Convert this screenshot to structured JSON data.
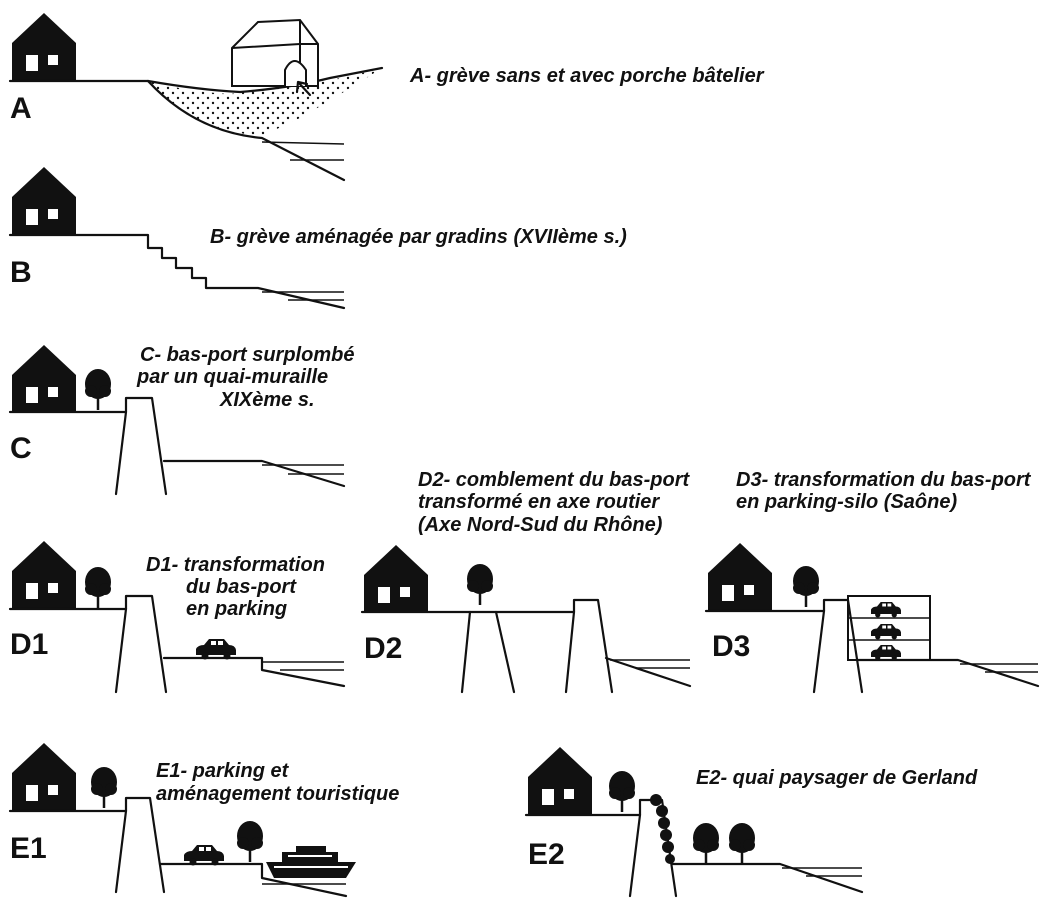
{
  "panels": [
    {
      "id": "A",
      "caption": [
        "A- grève sans et avec porche bâtelier"
      ]
    },
    {
      "id": "B",
      "caption": [
        "B- grève aménagée par gradins (XVIIème s.)"
      ]
    },
    {
      "id": "C",
      "caption": [
        "C-  bas-port surplombé",
        "par un quai-muraille",
        "XIXème s."
      ]
    },
    {
      "id": "D1",
      "caption": [
        "D1-  transformation",
        "du bas-port",
        "en parking"
      ]
    },
    {
      "id": "D2",
      "caption": [
        "D2-  comblement du bas-port",
        "transformé en axe routier",
        "(Axe Nord-Sud du Rhône)"
      ]
    },
    {
      "id": "D3",
      "caption": [
        "D3- transformation  du bas-port",
        "en parking-silo (Saône)"
      ]
    },
    {
      "id": "E1",
      "caption": [
        "E1-  parking et",
        "aménagement touristique"
      ]
    },
    {
      "id": "E2",
      "caption": [
        "E2-  quai paysager de Gerland"
      ]
    }
  ],
  "icons": [
    "house-icon",
    "tree-icon",
    "car-icon",
    "boat-icon",
    "boathouse-icon",
    "arrow-icon"
  ],
  "colors": {
    "ink": "#111111",
    "paper": "#ffffff"
  }
}
